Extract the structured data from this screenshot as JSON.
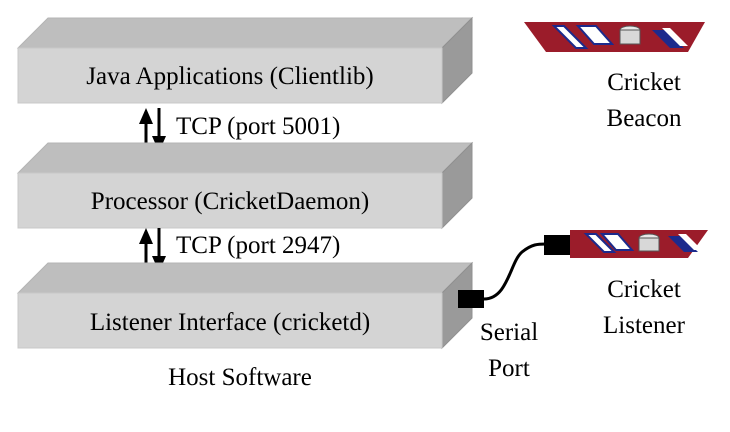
{
  "layers": [
    {
      "label": "Java Applications (Clientlib)"
    },
    {
      "label": "Processor (CricketDaemon)"
    },
    {
      "label": "Listener Interface (cricketd)"
    }
  ],
  "links": [
    {
      "label": "TCP (port 5001)"
    },
    {
      "label": "TCP (port 2947)"
    }
  ],
  "host_label": "Host Software",
  "serial_port": {
    "line1": "Serial",
    "line2": "Port"
  },
  "beacon": {
    "line1": "Cricket",
    "line2": "Beacon"
  },
  "listener": {
    "line1": "Cricket",
    "line2": "Listener"
  },
  "colors": {
    "box_front": "#d4d4d4",
    "box_top": "#bebebe",
    "box_side": "#9a9a9a",
    "device_red": "#9b1c2a",
    "device_blue": "#1c2a8c"
  }
}
